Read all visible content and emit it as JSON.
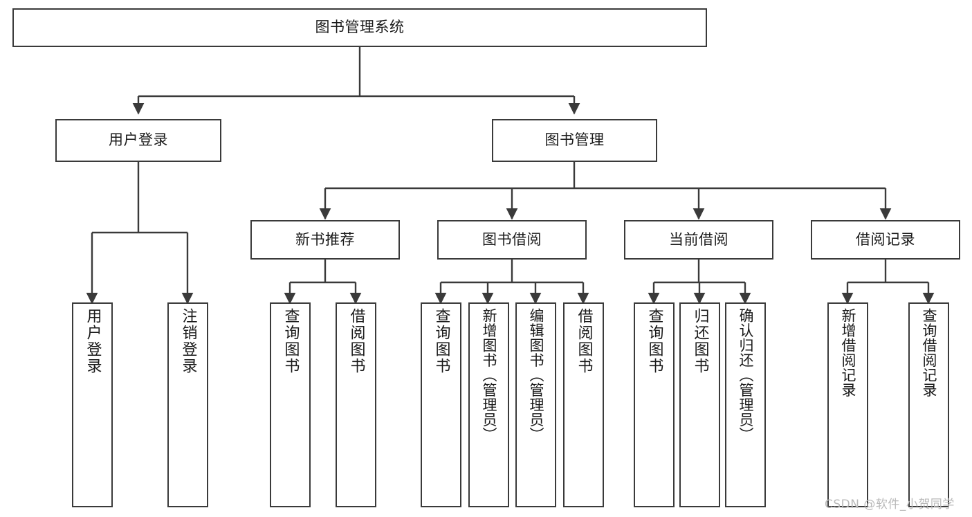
{
  "diagram": {
    "type": "tree-hierarchy",
    "title": "图书管理系统",
    "watermark": "CSDN @软件_小贺同学",
    "colors": {
      "background": "#ffffff",
      "node_border": "#3a3a3a",
      "node_fill": "#ffffff",
      "edge": "#3a3a3a",
      "text": "#1a1a1a",
      "watermark": "#b9b9b9"
    },
    "nodes": {
      "root": {
        "label": "图书管理系统"
      },
      "level2": [
        {
          "id": "user-login",
          "label": "用户登录"
        },
        {
          "id": "book-manage",
          "label": "图书管理"
        }
      ],
      "level3": [
        {
          "id": "new-book-recommend",
          "label": "新书推荐"
        },
        {
          "id": "book-borrow",
          "label": "图书借阅"
        },
        {
          "id": "current-borrow",
          "label": "当前借阅"
        },
        {
          "id": "borrow-record",
          "label": "借阅记录"
        }
      ],
      "leaves": {
        "user_login": [
          {
            "id": "leaf-user-login",
            "label": "用户登录"
          },
          {
            "id": "leaf-logout-login",
            "label": "注销登录"
          }
        ],
        "new_book_recommend": [
          {
            "id": "leaf-query-book-1",
            "label": "查询图书"
          },
          {
            "id": "leaf-borrow-book-1",
            "label": "借阅图书"
          }
        ],
        "book_borrow": [
          {
            "id": "leaf-query-book-2",
            "label": "查询图书"
          },
          {
            "id": "leaf-add-book",
            "label": "新增图书（管理员）"
          },
          {
            "id": "leaf-edit-book",
            "label": "编辑图书（管理员）"
          },
          {
            "id": "leaf-borrow-book-2",
            "label": "借阅图书"
          }
        ],
        "current_borrow": [
          {
            "id": "leaf-query-book-3",
            "label": "查询图书"
          },
          {
            "id": "leaf-return-book",
            "label": "归还图书"
          },
          {
            "id": "leaf-confirm-return",
            "label": "确认归还（管理员）"
          }
        ],
        "borrow_record": [
          {
            "id": "leaf-add-borrow-record",
            "label": "新增借阅记录"
          },
          {
            "id": "leaf-query-borrow-record",
            "label": "查询借阅记录"
          }
        ]
      }
    }
  }
}
